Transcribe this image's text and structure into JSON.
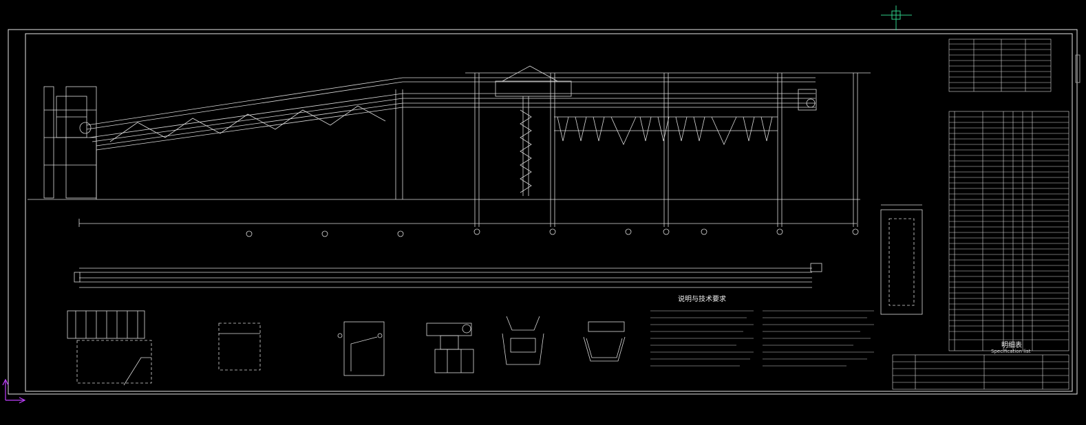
{
  "tech_requirements_title": "说明与技术要求",
  "table_footer": {
    "main_label": "明细表",
    "sub_label": "Specification list"
  }
}
